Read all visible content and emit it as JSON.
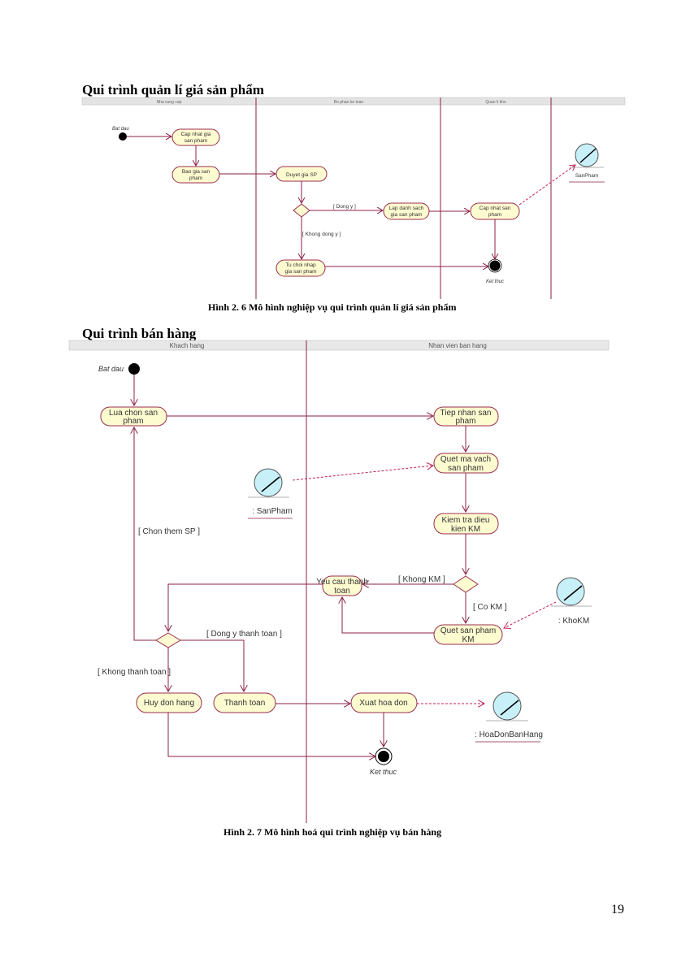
{
  "section1": {
    "heading": "Qui trình quản lí giá sản phẩm",
    "caption": "Hình 2. 6 Mô hình nghiệp vụ qui trình quản lí giá sản phẩm",
    "lanes": [
      "Nha cung cap",
      "Bo phan ke toan",
      "Quan li kho"
    ],
    "start": "Bat dau",
    "end": "Ket thuc",
    "activities": {
      "cap_nhat_gia": [
        "Cap nhat gia",
        "san pham"
      ],
      "bao_gia": [
        "Bao gia san",
        "pham"
      ],
      "duyet_gia": [
        "Duyet gia SP"
      ],
      "lap_danh_sach": [
        "Lap danh sach",
        "gia san pham"
      ],
      "cap_nhat_sp": [
        "Cap nhat san",
        "pham"
      ],
      "tu_choi": [
        "Tu choi nhap",
        "gia san pham"
      ]
    },
    "guards": {
      "dong_y": "[ Dong y ]",
      "khong_dong_y": "[ Khong dong y ]"
    },
    "object": "SanPham"
  },
  "section2": {
    "heading": "Qui trình bán hàng",
    "caption": "Hình 2. 7 Mô hình hoá qui trình nghiệp vụ bán hàng",
    "lanes": [
      "Khach hang",
      "Nhan vien ban hang"
    ],
    "start": "Bat dau",
    "end": "Ket thuc",
    "activities": {
      "lua_chon": [
        "Lua chon san",
        "pham"
      ],
      "tiep_nhan": [
        "Tiep nhan san",
        "pham"
      ],
      "quet_ma": [
        "Quet ma vach",
        "san pham"
      ],
      "kiem_tra": [
        "Kiem tra dieu",
        "kien KM"
      ],
      "yeu_cau": [
        "Yeu cau thanh",
        "toan"
      ],
      "quet_km": [
        "Quet san pham",
        "KM"
      ],
      "huy": [
        "Huy don hang"
      ],
      "thanh_toan": [
        "Thanh toan"
      ],
      "xuat": [
        "Xuat hoa don"
      ]
    },
    "guards": {
      "chon_them": "[ Chon them SP ]",
      "khong_km": "[ Khong KM ]",
      "co_km": "[ Co KM ]",
      "dong_y_tt": "[ Dong y thanh toan ]",
      "khong_tt": "[ Khong thanh toan ]"
    },
    "objects": {
      "sanpham": ": SanPham",
      "khokm": ": KhoKM",
      "hoadon": ": HoaDonBanHang"
    }
  },
  "page_number": "19"
}
